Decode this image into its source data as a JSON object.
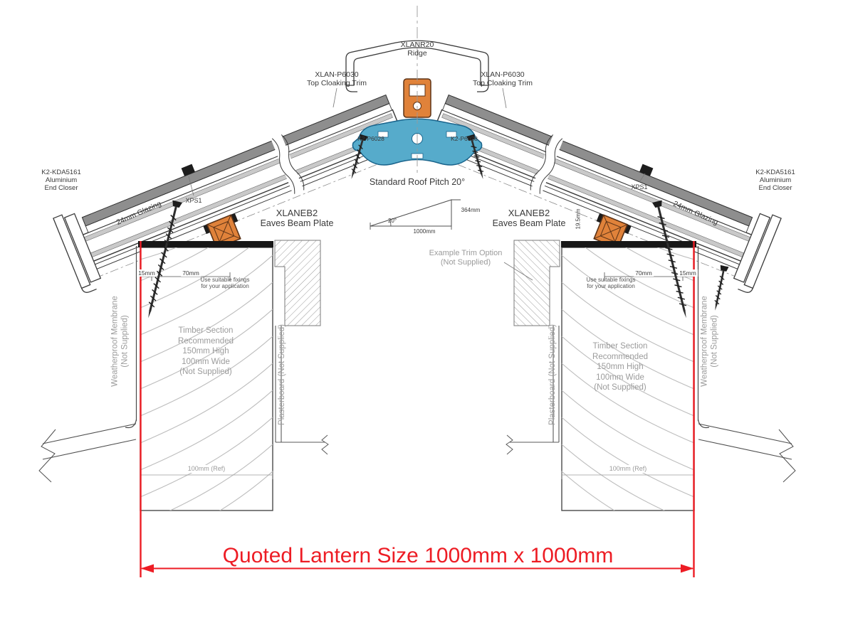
{
  "diagram": {
    "ridge": {
      "part": "XLANR20",
      "name": "Ridge"
    },
    "trim_left": {
      "part": "XLAN-P6030",
      "name": "Top Cloaking Trim"
    },
    "trim_right": {
      "part": "XLAN-P6030",
      "name": "Top Cloaking Trim"
    },
    "gasket_left": "K2-P6028",
    "gasket_right": "K2-P6028",
    "pitch": {
      "title": "Standard Roof Pitch 20°",
      "angle": "20°",
      "rise": "364mm",
      "run": "1000mm"
    },
    "eaves_left": {
      "part": "XLANEB2",
      "name": "Eaves Beam Plate"
    },
    "eaves_right": {
      "part": "XLANEB2",
      "name": "Eaves Beam Plate"
    },
    "xps_left": "XPS1",
    "xps_right": "XPS1",
    "offset_right": "19.5mm",
    "end_closer_left": {
      "part": "K2-KDA5161",
      "material": "Aluminium",
      "name": "End Closer"
    },
    "end_closer_right": {
      "part": "K2-KDA5161",
      "material": "Aluminium",
      "name": "End Closer"
    },
    "glazing_left": "24mm Glazing",
    "glazing_right": "24mm Glazing",
    "fixings_left": {
      "line1": "Use suitable fixings",
      "line2": "for your application"
    },
    "fixings_right": {
      "line1": "Use suitable fixings",
      "line2": "for your application"
    },
    "trim_option": {
      "line1": "Example Trim Option",
      "line2": "(Not Supplied)"
    },
    "timber_left": {
      "line1": "Timber Section",
      "line2": "Recommended",
      "line3": "150mm High",
      "line4": "100mm Wide",
      "line5": "(Not Supplied)"
    },
    "timber_right": {
      "line1": "Timber Section",
      "line2": "Recommended",
      "line3": "150mm High",
      "line4": "100mm Wide",
      "line5": "(Not Supplied)"
    },
    "membrane_left": {
      "line1": "Weatherproof Membrane",
      "line2": "(Not Supplied)"
    },
    "membrane_right": {
      "line1": "Weatherproof Membrane",
      "line2": "(Not Supplied)"
    },
    "plasterboard_left": "Plasterboard (Not Supplied)",
    "plasterboard_right": "Plasterboard (Not Supplied)",
    "ref_left": "100mm (Ref)",
    "ref_right": "100mm (Ref)",
    "dims": {
      "left_15": "15mm",
      "left_70": "70mm",
      "right_70": "70mm",
      "right_15": "15mm"
    },
    "quoted_size": "Quoted Lantern Size 1000mm x 1000mm"
  },
  "colors": {
    "accent_red": "#ed1c24",
    "extrusion_orange": "#e0823a",
    "ridge_beam_blue": "#56abcb",
    "note_gray": "#9b9b9b"
  }
}
